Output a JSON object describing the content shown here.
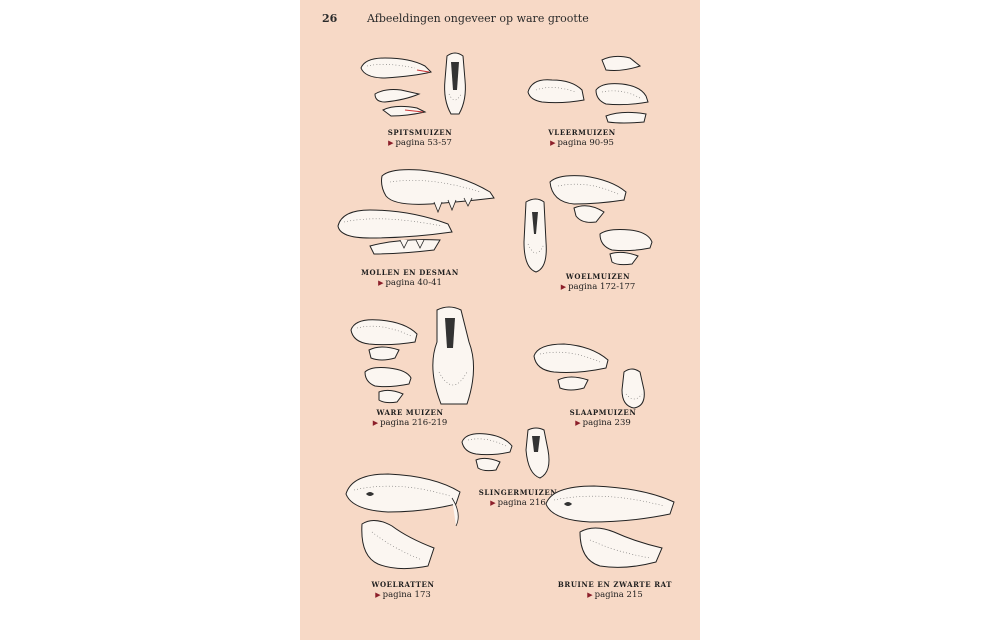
{
  "header": {
    "page_number": "26",
    "title": "Afbeeldingen ongeveer op ware grootte"
  },
  "groups": [
    {
      "name": "spitsmuizen",
      "page_ref": "pagina 53-57"
    },
    {
      "name": "vleermuizen",
      "page_ref": "pagina 90-95"
    },
    {
      "name": "mollen en desman",
      "page_ref": "pagina 40-41"
    },
    {
      "name": "woelmuizen",
      "page_ref": "pagina 172-177"
    },
    {
      "name": "ware muizen",
      "page_ref": "pagina 216-219"
    },
    {
      "name": "slaapmuizen",
      "page_ref": "pagina 239"
    },
    {
      "name": "slingermuizen",
      "page_ref": "pagina 216"
    },
    {
      "name": "woelratten",
      "page_ref": "pagina 173"
    },
    {
      "name": "bruine en zwarte rat",
      "page_ref": "pagina 215"
    }
  ],
  "icons": {
    "page_arrow": "triangle-right-icon"
  },
  "colors": {
    "page_background": "#f7d9c6",
    "arrow": "#8c1f2a"
  }
}
